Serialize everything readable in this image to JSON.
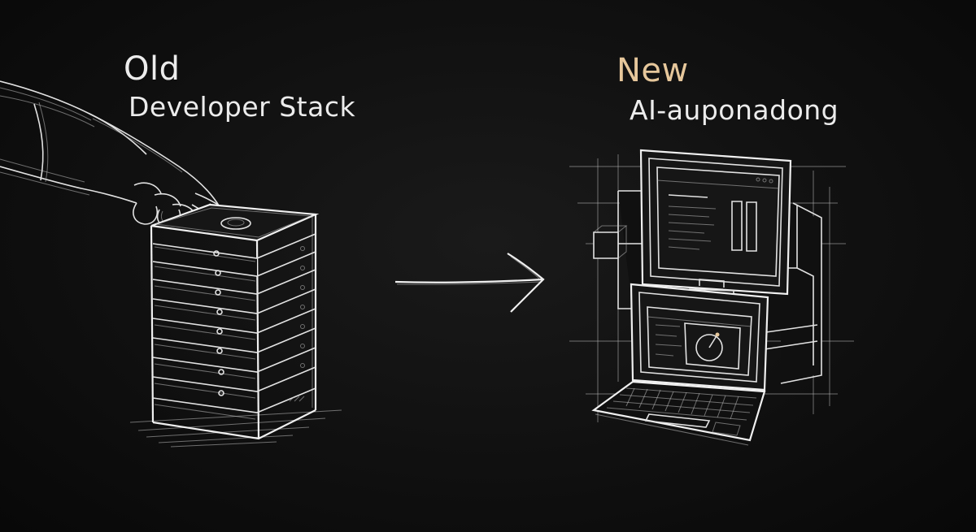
{
  "left": {
    "title": "Old",
    "subtitle": "Developer Stack"
  },
  "right": {
    "title": "New",
    "subtitle": "AI-auponadong"
  },
  "colors": {
    "background": "#0d0d0d",
    "chalk": "#ececec",
    "accent": "#e6c79b"
  },
  "icons": {
    "hand": "hand-icon",
    "server_stack": "server-stack-icon",
    "arrow": "arrow-right-icon",
    "workstation": "monitor-laptop-icon"
  }
}
